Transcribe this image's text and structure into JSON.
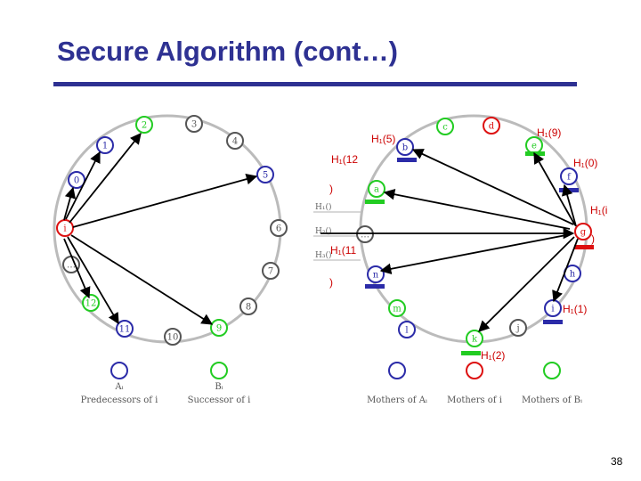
{
  "slide": {
    "title": "Secure Algorithm (cont…)",
    "page_number": "38"
  },
  "colors": {
    "title": "#2e3192",
    "ring": "#bbbbbb",
    "blue_node": "#2b2ba8",
    "green_node": "#22cc22",
    "red_node": "#dd1111",
    "dark_node": "#555555",
    "red_label": "#cc0000"
  },
  "left_ring": {
    "nodes": [
      {
        "label": "2",
        "color": "green"
      },
      {
        "label": "3",
        "color": "dark"
      },
      {
        "label": "4",
        "color": "dark"
      },
      {
        "label": "5",
        "color": "blue"
      },
      {
        "label": "6",
        "color": "dark"
      },
      {
        "label": "7",
        "color": "dark"
      },
      {
        "label": "8",
        "color": "dark"
      },
      {
        "label": "9",
        "color": "green"
      },
      {
        "label": "10",
        "color": "dark"
      },
      {
        "label": "11",
        "color": "blue"
      },
      {
        "label": "12",
        "color": "green"
      },
      {
        "label": "…",
        "color": "dark"
      },
      {
        "label": "i",
        "color": "red"
      },
      {
        "label": "0",
        "color": "blue"
      },
      {
        "label": "1",
        "color": "blue"
      }
    ]
  },
  "hash_labels": [
    "H₁()",
    "H₂()",
    "H₃()"
  ],
  "right_ring": {
    "nodes": [
      {
        "label": "c",
        "color": "green"
      },
      {
        "label": "d",
        "color": "red"
      },
      {
        "label": "e",
        "color": "green"
      },
      {
        "label": "f",
        "color": "blue"
      },
      {
        "label": "g",
        "color": "red"
      },
      {
        "label": "h",
        "color": "blue"
      },
      {
        "label": "i",
        "color": "blue"
      },
      {
        "label": "j",
        "color": "dark"
      },
      {
        "label": "k",
        "color": "green"
      },
      {
        "label": "l",
        "color": "blue"
      },
      {
        "label": "m",
        "color": "green"
      },
      {
        "label": "n",
        "color": "blue"
      },
      {
        "label": "…",
        "color": "dark"
      },
      {
        "label": "a",
        "color": "green"
      },
      {
        "label": "b",
        "color": "blue"
      }
    ]
  },
  "red_labels": [
    "H₁(5)",
    "H₁(9)",
    "H₁(12",
    "H₁(0)",
    ")",
    "H₁(i",
    ")",
    "H₁(11",
    ")",
    "H₁(1)",
    "H₁(2)"
  ],
  "legend": [
    {
      "label": "Aᵢ",
      "caption": "Predecessors of i",
      "color": "blue"
    },
    {
      "label": "Bᵢ",
      "caption": "Successor of i",
      "color": "green"
    },
    {
      "label": "",
      "caption": "Mothers of Aᵢ",
      "color": "blue"
    },
    {
      "label": "",
      "caption": "Mothers of i",
      "color": "red"
    },
    {
      "label": "",
      "caption": "Mothers of Bᵢ",
      "color": "green"
    }
  ]
}
